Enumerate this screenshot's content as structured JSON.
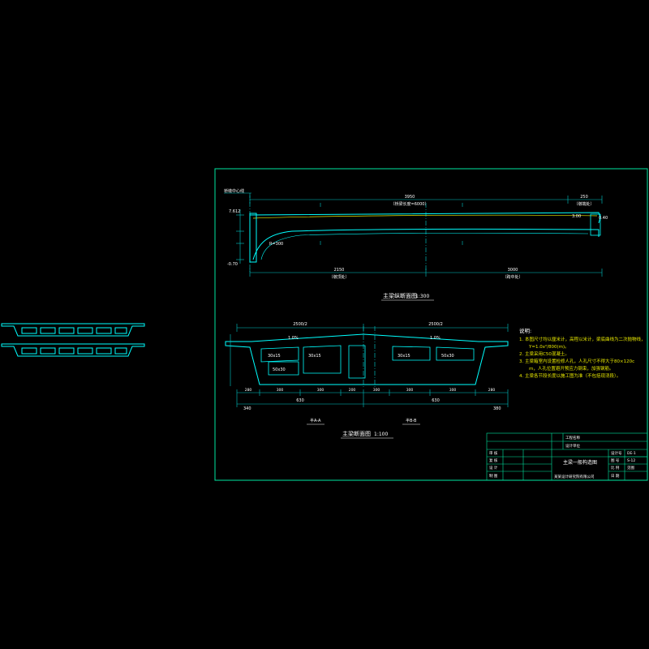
{
  "colors": {
    "background": "#000000",
    "frame": "#00e6a0",
    "structure": "#00ffff",
    "dimension": "#00c8c8",
    "text": "#ffffff",
    "accent": "#e8e800"
  },
  "elevation_view": {
    "title": "主梁纵断面图",
    "scale": "1:300",
    "labels": {
      "bridge_axis": "桥墩中心线",
      "span_total": "3950",
      "span_note": "（桥梁长度=6000）",
      "right_dim": "250",
      "right_note": "（墩端处）",
      "bottom_left": "2150",
      "bottom_left_note": "（墩顶处）",
      "bottom_right": "3000",
      "bottom_right_note": "（跨中处）",
      "level_1": "7.612",
      "level_2": "-0.70",
      "curve": "R=300",
      "end_value": "0.40",
      "mid_right": "3.00"
    }
  },
  "section_view": {
    "title": "主梁断面图",
    "scale": "1:100",
    "labels": {
      "top_left": "2500/2",
      "top_right": "2500/2",
      "slope_left": "1.0%",
      "slope_right": "1.0%",
      "left_bottom": "630",
      "right_bottom": "630",
      "left_edge": "340",
      "right_edge": "380",
      "cut_left": "半A-A",
      "cut_right": "半B-B",
      "cell_1": "30x15",
      "cell_2": "30x15",
      "cell_3": "50x30",
      "cell_4": "30x15",
      "cell_5": "50x30",
      "dims_bottom": [
        "280",
        "300",
        "300",
        "200",
        "300",
        "300",
        "300",
        "280"
      ]
    }
  },
  "notes": {
    "heading": "说明:",
    "items": [
      "1. 本图尺寸均以厘米计，高程以米计，梁底曲线为二次抛物线，Y=1.0x²/800(m)。",
      "2. 主梁采用C50混凝土。",
      "3. 主梁箱室内设置检修人孔，人孔尺寸不得大于80×120cm，人孔位置避开预应力钢束，加强钢筋。",
      "4. 主梁各节段长度以施工图为准（不包括现浇段）。"
    ]
  },
  "title_block": {
    "company": "工程名称",
    "project": "设计单位",
    "drawing_title": "主梁一般构造图",
    "rows_left": [
      "审 核",
      "复 核",
      "设 计",
      "制 图"
    ],
    "rows_right_labels": [
      "设计号",
      "图 号",
      "比 例",
      "日 期"
    ],
    "rows_right_values": [
      "DE-1",
      "S-12",
      "见图",
      ""
    ],
    "footer": "某某设计研究院有限公司"
  },
  "thumbnail": {
    "description_label": ""
  }
}
